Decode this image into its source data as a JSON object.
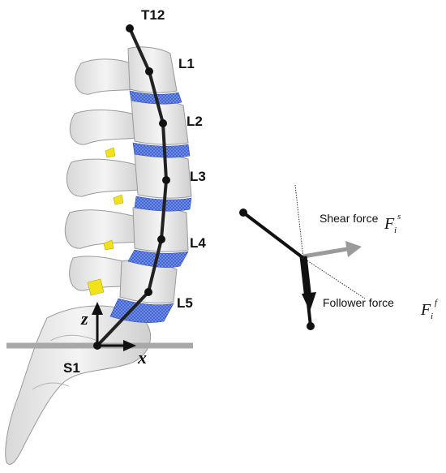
{
  "spine": {
    "vertebra_labels": [
      "T12",
      "L1",
      "L2",
      "L3",
      "L4",
      "L5"
    ],
    "base_label": "S1",
    "axis_x": "x",
    "axis_z": "z"
  },
  "force_diagram": {
    "shear_label": "Shear force",
    "shear_symbol": "F",
    "shear_sub": "i",
    "shear_sup": "s",
    "follower_label": "Follower force",
    "follower_symbol": "F",
    "follower_sub": "i",
    "follower_sup": "f"
  },
  "colors": {
    "bone": "#e6e6e6",
    "bone_stroke": "#9a9a9a",
    "disc": "#3a5fd0",
    "facet": "#f2e21a",
    "curve": "#222222",
    "ground": "#a8a8a8",
    "shear_arrow": "#9a9a9a"
  }
}
